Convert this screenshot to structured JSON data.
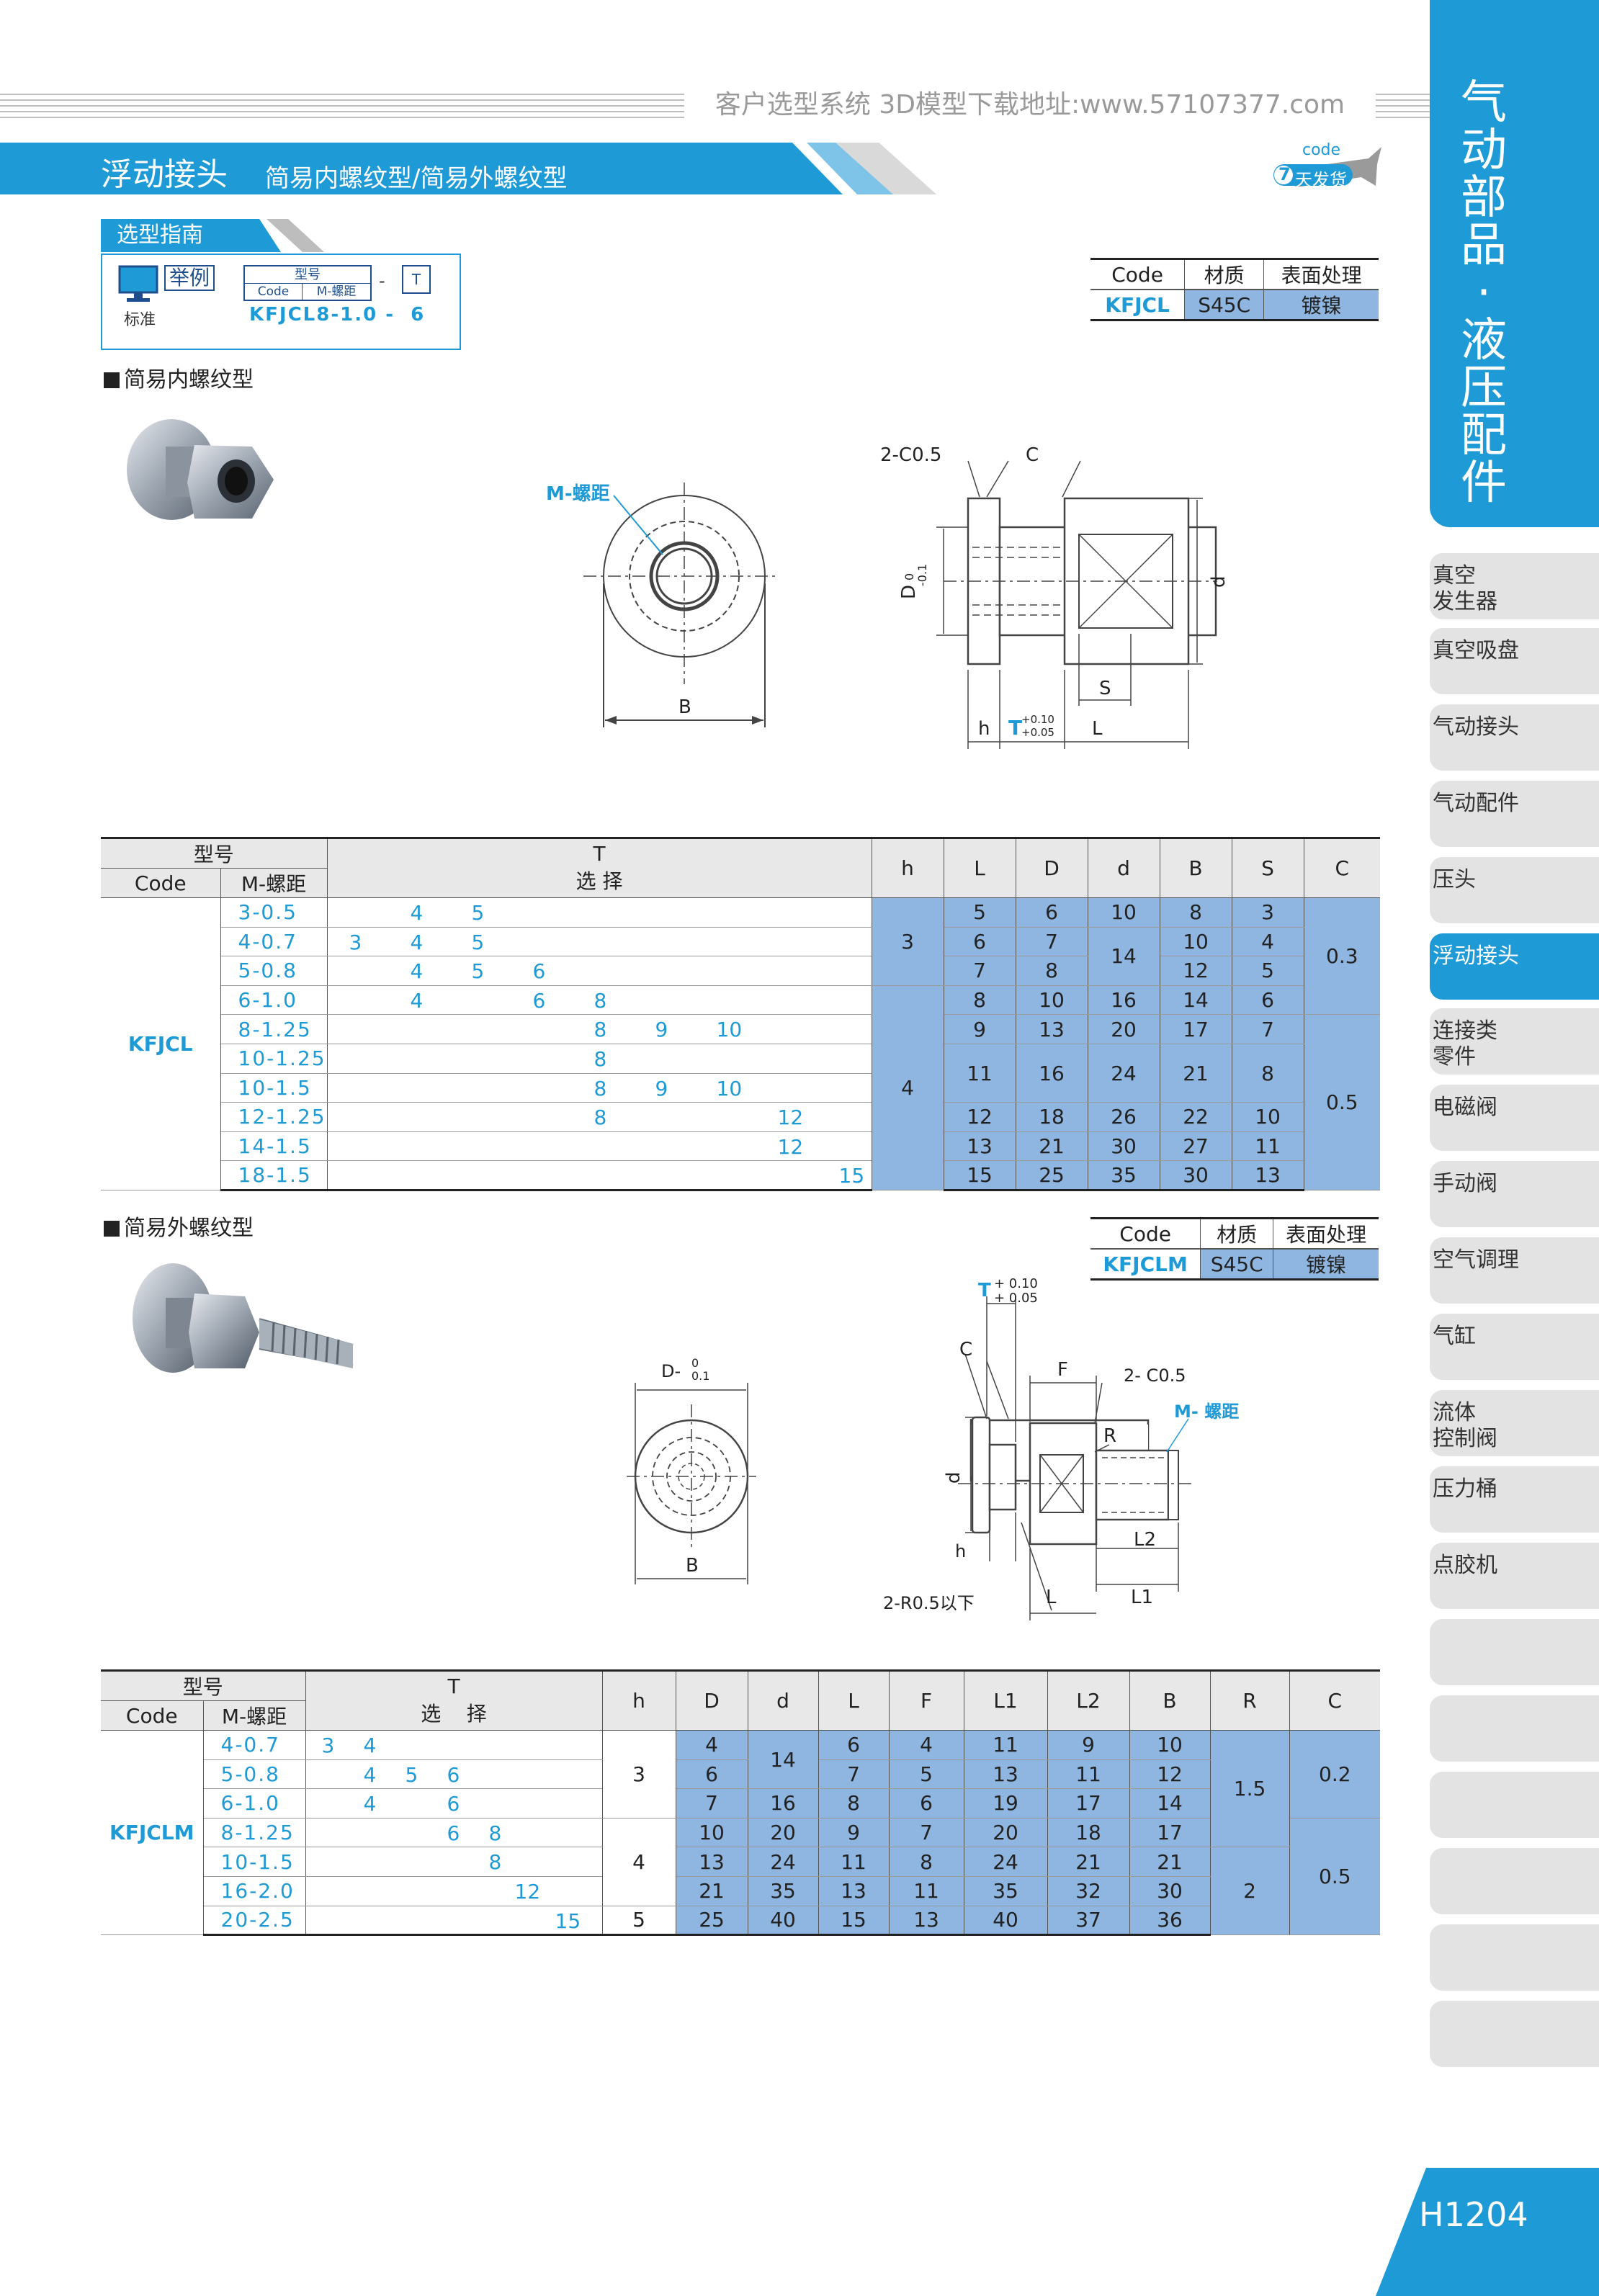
{
  "header": {
    "watermark": "客户选型系统  3D模型下载地址:www.57107377.com",
    "title": "浮动接头",
    "subtitle": "简易内螺纹型/简易外螺纹型",
    "badge_code": "code",
    "badge_num": "7",
    "badge_text": "天发货"
  },
  "sidebar": {
    "title": "气动部品·液压配件",
    "items": [
      {
        "label": "真空\n发生器",
        "active": false
      },
      {
        "label": "真空吸盘",
        "active": false
      },
      {
        "label": "气动接头",
        "active": false
      },
      {
        "label": "气动配件",
        "active": false
      },
      {
        "label": "压头",
        "active": false
      },
      {
        "label": "浮动接头",
        "active": true
      },
      {
        "label": "连接类\n零件",
        "active": false
      },
      {
        "label": "电磁阀",
        "active": false
      },
      {
        "label": "手动阀",
        "active": false
      },
      {
        "label": "空气调理",
        "active": false
      },
      {
        "label": "气缸",
        "active": false
      },
      {
        "label": "流体\n控制阀",
        "active": false
      },
      {
        "label": "压力桶",
        "active": false
      },
      {
        "label": "点胶机",
        "active": false
      },
      {
        "label": "",
        "active": false
      },
      {
        "label": "",
        "active": false
      },
      {
        "label": "",
        "active": false
      },
      {
        "label": "",
        "active": false
      },
      {
        "label": "",
        "active": false
      },
      {
        "label": "",
        "active": false
      }
    ],
    "page_number": "H1204"
  },
  "guide": {
    "tab": "选型指南",
    "example_label": "举例",
    "standard": "标准",
    "model_header": "型号",
    "code_header": "Code",
    "pitch_header": "M-螺距",
    "dash": "-",
    "t_header": "T",
    "example_value": "KFJCL8-1.0 -  6"
  },
  "section1": {
    "title": "简易内螺纹型",
    "material_table": {
      "headers": [
        "Code",
        "材质",
        "表面处理"
      ],
      "row": [
        "KFJCL",
        "S45C",
        "镀镍"
      ]
    },
    "drawing": {
      "m_label": "M-螺距",
      "b_label": "B",
      "chamfer": "2-C0.5",
      "c_label": "C",
      "d_upper_label": "D",
      "d_tol_top": "0",
      "d_tol_bot": "-0.1",
      "d_label": "d",
      "s_label": "S",
      "h_label": "h",
      "t_label": "T",
      "t_tol_top": "+0.10",
      "t_tol_bot": "+0.05",
      "l_label": "L"
    },
    "table": {
      "header_model": "型号",
      "header_code": "Code",
      "header_pitch": "M-螺距",
      "header_t": "T",
      "header_select": "选 择",
      "cols": [
        "h",
        "L",
        "D",
        "d",
        "B",
        "S",
        "C"
      ],
      "code": "KFJCL",
      "rows": [
        {
          "m": "3-0.5",
          "t": [
            "",
            "4",
            "5",
            "",
            "",
            "",
            "",
            "",
            ""
          ],
          "L": "5",
          "D": "6",
          "d": "10",
          "B": "8",
          "S": "3"
        },
        {
          "m": "4-0.7",
          "t": [
            "3",
            "4",
            "5",
            "",
            "",
            "",
            "",
            "",
            ""
          ],
          "L": "6",
          "D": "7",
          "B": "10",
          "S": "4"
        },
        {
          "m": "5-0.8",
          "t": [
            "",
            "4",
            "5",
            "6",
            "",
            "",
            "",
            "",
            ""
          ],
          "L": "7",
          "D": "8",
          "B": "12",
          "S": "5"
        },
        {
          "m": "6-1.0",
          "t": [
            "",
            "4",
            "",
            "6",
            "8",
            "",
            "",
            "",
            ""
          ],
          "L": "8",
          "D": "10",
          "d": "16",
          "B": "14",
          "S": "6"
        },
        {
          "m": "8-1.25",
          "t": [
            "",
            "",
            "",
            "",
            "8",
            "9",
            "10",
            "",
            ""
          ],
          "L": "9",
          "D": "13",
          "d": "20",
          "B": "17",
          "S": "7"
        },
        {
          "m": "10-1.25",
          "t": [
            "",
            "",
            "",
            "",
            "8",
            "",
            "",
            "",
            ""
          ],
          "L": "11",
          "D": "16",
          "d": "24",
          "B": "21",
          "S": "8"
        },
        {
          "m": "10-1.5",
          "t": [
            "",
            "",
            "",
            "",
            "8",
            "9",
            "10",
            "",
            ""
          ]
        },
        {
          "m": "12-1.25",
          "t": [
            "",
            "",
            "",
            "",
            "8",
            "",
            "",
            "12",
            ""
          ],
          "L": "12",
          "D": "18",
          "d": "26",
          "B": "22",
          "S": "10"
        },
        {
          "m": "14-1.5",
          "t": [
            "",
            "",
            "",
            "",
            "",
            "",
            "",
            "12",
            ""
          ],
          "L": "13",
          "D": "21",
          "d": "30",
          "B": "27",
          "S": "11"
        },
        {
          "m": "18-1.5",
          "t": [
            "",
            "",
            "",
            "",
            "",
            "",
            "",
            "",
            "15"
          ],
          "L": "15",
          "D": "25",
          "d": "35",
          "B": "30",
          "S": "13"
        }
      ],
      "h_values": [
        "3",
        "4"
      ],
      "d_merged": "14",
      "c_values": [
        "0.3",
        "0.5"
      ]
    }
  },
  "section2": {
    "title": "简易外螺纹型",
    "material_table": {
      "headers": [
        "Code",
        "材质",
        "表面处理"
      ],
      "row": [
        "KFJCLM",
        "S45C",
        "镀镍"
      ]
    },
    "drawing": {
      "d_label": "D-",
      "d_tol_top": "0",
      "d_tol_bot": "0.1",
      "b_label": "B",
      "t_label": "T",
      "t_tol_top": "+ 0.10",
      "t_tol_bot": "+ 0.05",
      "c_label": "C",
      "f_label": "F",
      "chamfer": "2-  C0.5",
      "r_label": "R",
      "m_label": "M- 螺距",
      "dd_label": "d",
      "h_label": "h",
      "l2_label": "L2",
      "r_note": "2-R0.5以下",
      "l_label": "L",
      "l1_label": "L1"
    },
    "table": {
      "header_model": "型号",
      "header_code": "Code",
      "header_pitch": "M-螺距",
      "header_t": "T",
      "header_select": "选    择",
      "cols": [
        "h",
        "D",
        "d",
        "L",
        "F",
        "L1",
        "L2",
        "B",
        "R",
        "C"
      ],
      "code": "KFJCLM",
      "rows": [
        {
          "m": "4-0.7",
          "t": [
            "3",
            "4",
            "",
            "",
            "",
            "",
            ""
          ],
          "D": "4",
          "L": "6",
          "F": "4",
          "L1": "11",
          "L2": "9",
          "B": "10"
        },
        {
          "m": "5-0.8",
          "t": [
            "",
            "4",
            "5",
            "6",
            "",
            "",
            ""
          ],
          "D": "6",
          "L": "7",
          "F": "5",
          "L1": "13",
          "L2": "11",
          "B": "12"
        },
        {
          "m": "6-1.0",
          "t": [
            "",
            "4",
            "",
            "6",
            "",
            "",
            ""
          ],
          "D": "7",
          "d": "16",
          "L": "8",
          "F": "6",
          "L1": "19",
          "L2": "17",
          "B": "14"
        },
        {
          "m": "8-1.25",
          "t": [
            "",
            "",
            "",
            "6",
            "8",
            "",
            ""
          ],
          "D": "10",
          "d": "20",
          "L": "9",
          "F": "7",
          "L1": "20",
          "L2": "18",
          "B": "17"
        },
        {
          "m": "10-1.5",
          "t": [
            "",
            "",
            "",
            "",
            "8",
            "",
            ""
          ],
          "D": "13",
          "d": "24",
          "L": "11",
          "F": "8",
          "L1": "24",
          "L2": "21",
          "B": "21"
        },
        {
          "m": "16-2.0",
          "t": [
            "",
            "",
            "",
            "",
            "",
            "12",
            ""
          ],
          "D": "21",
          "d": "35",
          "L": "13",
          "F": "11",
          "L1": "35",
          "L2": "32",
          "B": "30"
        },
        {
          "m": "20-2.5",
          "t": [
            "",
            "",
            "",
            "",
            "",
            "",
            "15"
          ],
          "D": "25",
          "d": "40",
          "L": "15",
          "F": "13",
          "L1": "40",
          "L2": "37",
          "B": "36"
        }
      ],
      "h_values": [
        "3",
        "4",
        "5"
      ],
      "d_merged": "14",
      "r_values": [
        "1.5",
        "2"
      ],
      "c_values": [
        "0.2",
        "0.5"
      ]
    }
  }
}
